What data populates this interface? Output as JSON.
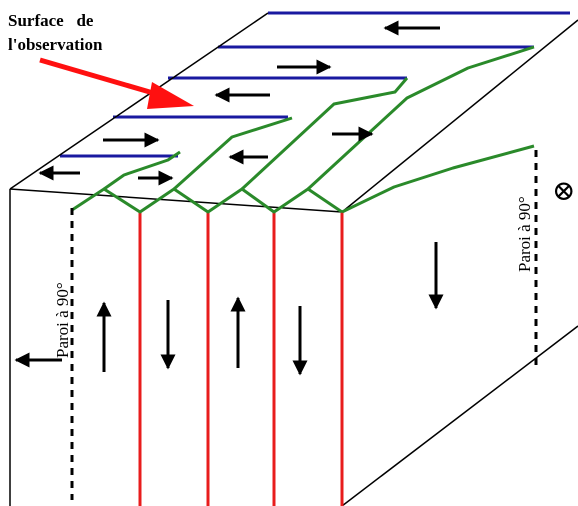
{
  "labels": {
    "surface_line1": "Surface   de",
    "surface_line2": "l'observation",
    "wall_left": "Paroi à 90°",
    "wall_right": "Paroi à 90°"
  },
  "symbols": {
    "into_page": "⊗"
  },
  "colors": {
    "domain_wall": "#e81c1c",
    "wall_trace": "#2a8a2a",
    "surface_stripe": "#1a1aa0",
    "pointer_arrow": "#ff1010",
    "outline": "#000000"
  }
}
